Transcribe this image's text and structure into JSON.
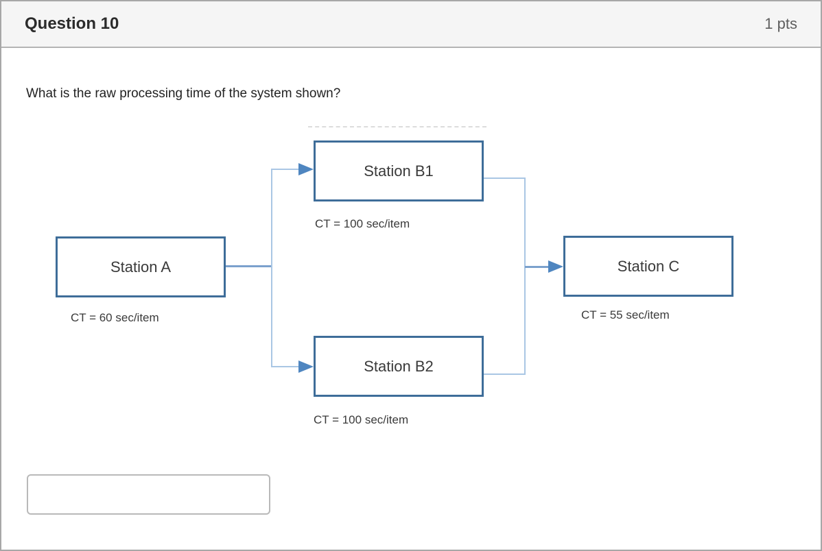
{
  "header": {
    "title": "Question 10",
    "points": "1 pts"
  },
  "question": {
    "text": "What is the raw processing time of the system shown?"
  },
  "diagram": {
    "stations": [
      {
        "id": "A",
        "label": "Station A",
        "ct_label": "CT = 60 sec/item"
      },
      {
        "id": "B1",
        "label": "Station B1",
        "ct_label": "CT = 100 sec/item"
      },
      {
        "id": "B2",
        "label": "Station B2",
        "ct_label": "CT = 100 sec/item"
      },
      {
        "id": "C",
        "label": "Station C",
        "ct_label": "CT = 55 sec/item"
      }
    ],
    "edges": [
      {
        "from": "Station A",
        "to": "Station B1"
      },
      {
        "from": "Station A",
        "to": "Station B2"
      },
      {
        "from": "Station B1",
        "to": "Station C"
      },
      {
        "from": "Station B2",
        "to": "Station C"
      }
    ],
    "colors": {
      "box_border": "#3e6d99",
      "connector_light": "#a9c6e4",
      "connector_medium": "#7ba1cd",
      "arrowhead": "#4f86c0"
    }
  },
  "answer": {
    "value": ""
  }
}
